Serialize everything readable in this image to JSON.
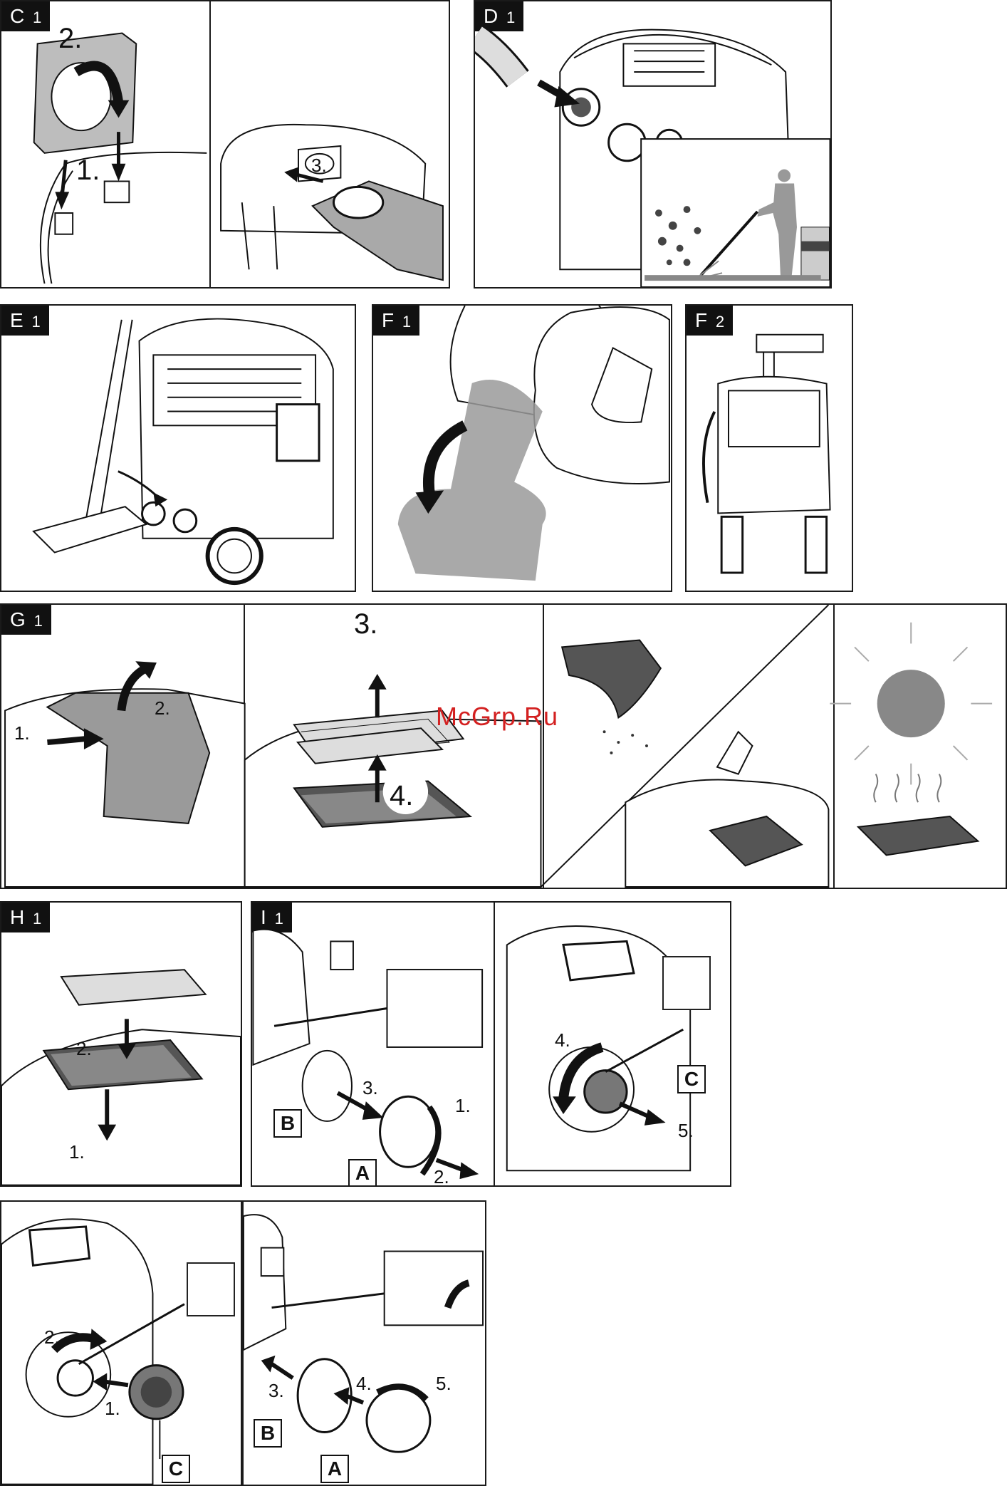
{
  "panels": {
    "c1": {
      "tag": "C",
      "tag_sub": "1",
      "steps": [
        "1.",
        "2.",
        "3."
      ]
    },
    "d1": {
      "tag": "D",
      "tag_sub": "1"
    },
    "e1": {
      "tag": "E",
      "tag_sub": "1"
    },
    "f1": {
      "tag": "F",
      "tag_sub": "1"
    },
    "f2": {
      "tag": "F",
      "tag_sub": "2"
    },
    "g1": {
      "tag": "G",
      "tag_sub": "1",
      "steps": [
        "1.",
        "2.",
        "3.",
        "4."
      ]
    },
    "h1": {
      "tag": "H",
      "tag_sub": "1",
      "steps": [
        "1.",
        "2."
      ]
    },
    "i1": {
      "tag": "I",
      "tag_sub": "1",
      "steps": [
        "1.",
        "2.",
        "3.",
        "4.",
        "5."
      ],
      "labels": [
        "A",
        "B",
        "C"
      ]
    },
    "j": {
      "steps": [
        "1.",
        "2."
      ],
      "label": "C"
    },
    "k": {
      "steps": [
        "3.",
        "4.",
        "5."
      ],
      "labels": [
        "A",
        "B"
      ]
    }
  },
  "watermark": "McGrp.Ru",
  "colors": {
    "ink": "#111111",
    "grey": "#8c8c8c",
    "light_grey": "#bdbdbd",
    "watermark": "#d32020"
  }
}
